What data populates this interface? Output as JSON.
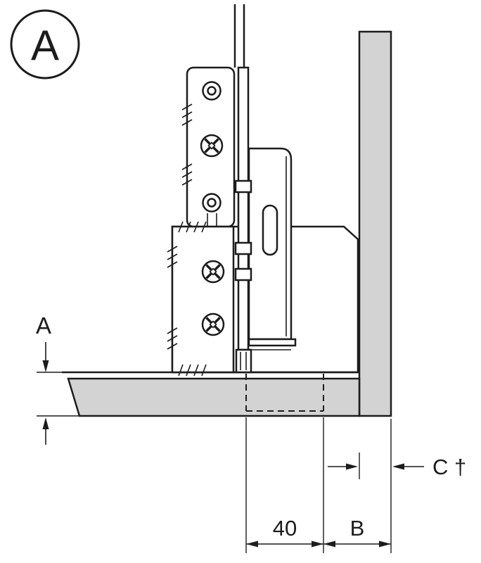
{
  "detail_marker": {
    "label": "A"
  },
  "dimensions": {
    "gap_label": "A",
    "drilling_distance": "40",
    "offset_label": "B",
    "panel_thickness_label": "C †"
  },
  "colors": {
    "line": "#1c1c1c",
    "panel_fill": "#d3d3d3",
    "background": "#ffffff"
  }
}
